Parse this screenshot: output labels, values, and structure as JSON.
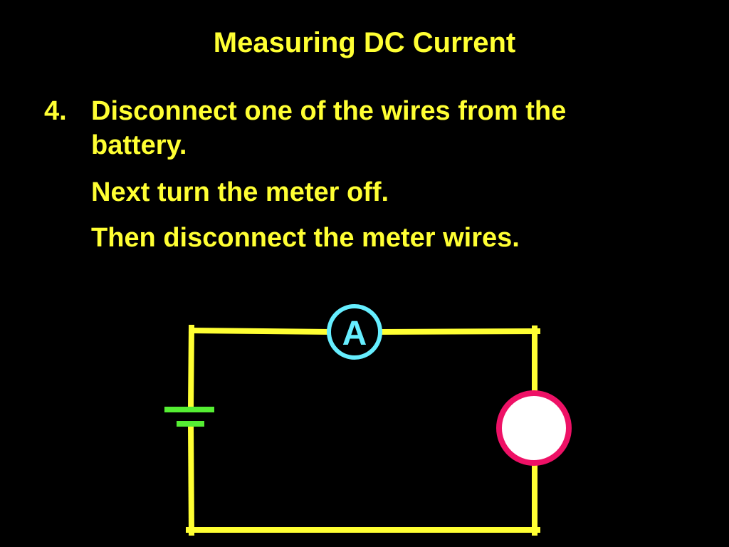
{
  "slide": {
    "title": "Measuring DC Current",
    "step_number": "4.",
    "lines": [
      "Disconnect one of the wires from the",
      "battery.",
      "Next turn the meter off.",
      "Then disconnect the meter wires."
    ]
  },
  "circuit": {
    "ammeter_label": "A",
    "colors": {
      "background": "#000000",
      "text": "#FFFF33",
      "wire": "#FFFF33",
      "battery": "#55EE33",
      "ammeter": "#66EEFF",
      "lamp_outline": "#EE1166",
      "lamp_fill": "#FFFFFF"
    }
  }
}
